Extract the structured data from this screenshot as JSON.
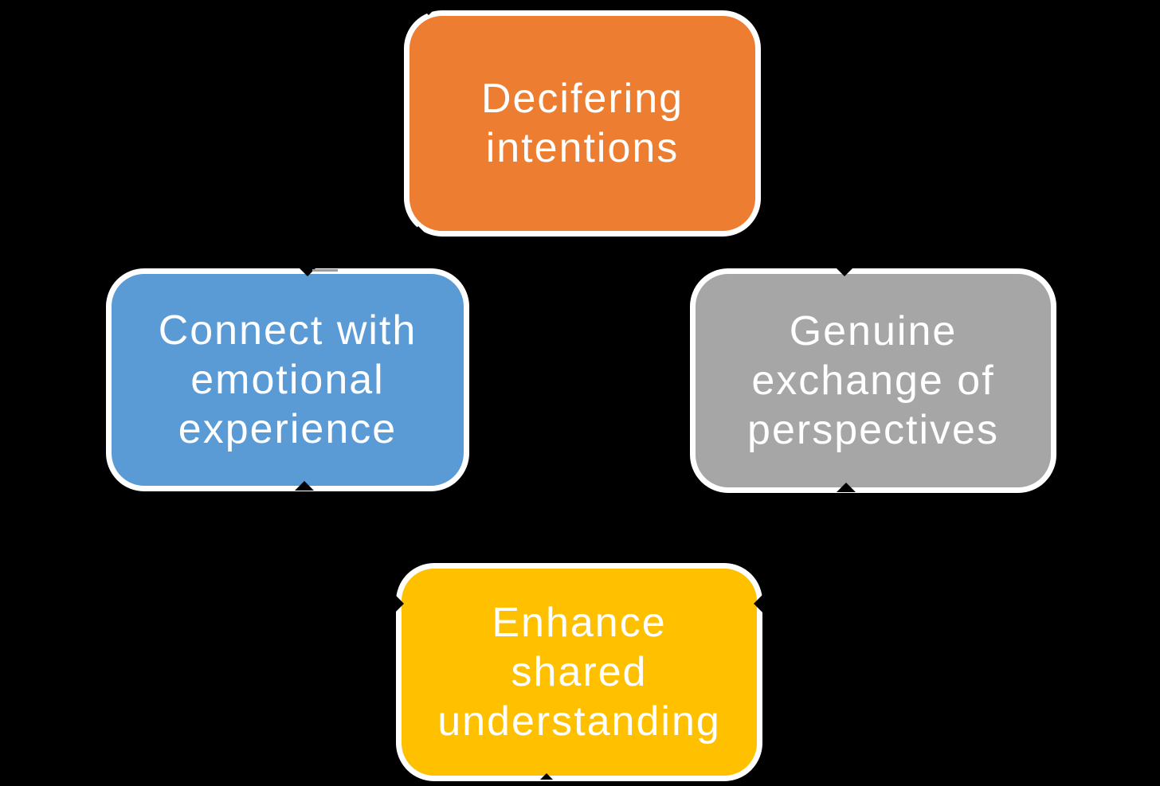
{
  "diagram": {
    "type": "cycle",
    "background_color": "#000000",
    "border_color": "#FFFFFF",
    "text_color": "#FFFFFF",
    "boxes": [
      {
        "position": "top-center",
        "label": "Decifering intentions",
        "lines": [
          "Decifering",
          "intentions"
        ],
        "color": "#ED7D31"
      },
      {
        "position": "middle-left",
        "label": "Connect with emotional experience",
        "lines": [
          "Connect with",
          "emotional",
          "experience"
        ],
        "color": "#5B9BD5"
      },
      {
        "position": "middle-right",
        "label": "Genuine exchange of perspectives",
        "lines": [
          "Genuine",
          "exchange of",
          "perspectives"
        ],
        "color": "#A6A6A6"
      },
      {
        "position": "bottom-center",
        "label": "Enhance shared understanding",
        "lines": [
          "Enhance",
          "shared",
          "understanding"
        ],
        "color": "#FFC000"
      }
    ]
  }
}
